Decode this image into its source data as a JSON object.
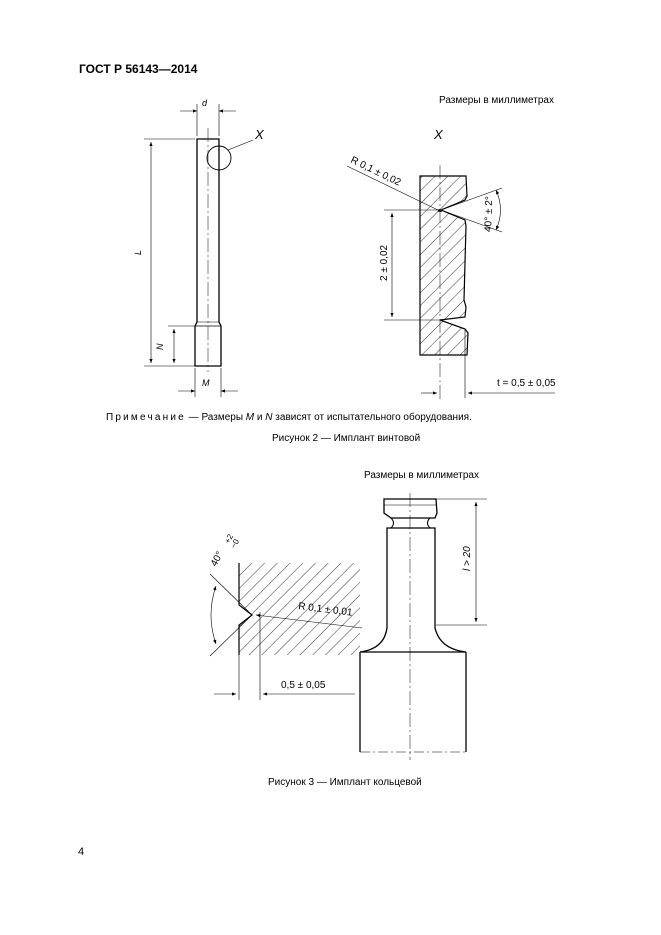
{
  "header": {
    "standard": "ГОСТ Р 56143—2014"
  },
  "figure2": {
    "units_note": "Размеры в миллиметрах",
    "labels": {
      "d": "d",
      "X": "X",
      "L": "L",
      "N": "N",
      "M": "M",
      "detail_X": "X",
      "radius": "R 0,1 ± 0,02",
      "angle": "40° ± 2°",
      "pitch": "2 ± 0,02",
      "depth": "t = 0,5 ± 0,05"
    },
    "note_prefix": "Примечание",
    "note_dash": " — ",
    "note_parts": [
      "Размеры ",
      "M",
      " и ",
      "N",
      " зависят от испытательного оборудования."
    ],
    "caption": "Рисунок 2 — Имплант винтовой"
  },
  "figure3": {
    "units_note": "Размеры в миллиметрах",
    "labels": {
      "angle": "40° ",
      "angle_plus": "+2",
      "angle_minus": "−0",
      "radius": "R 0,1 ± 0,01",
      "depth": "0,5 ± 0,05",
      "length": "l > 20"
    },
    "caption": "Рисунок 3 — Имплант кольцевой"
  },
  "page_number": "4"
}
